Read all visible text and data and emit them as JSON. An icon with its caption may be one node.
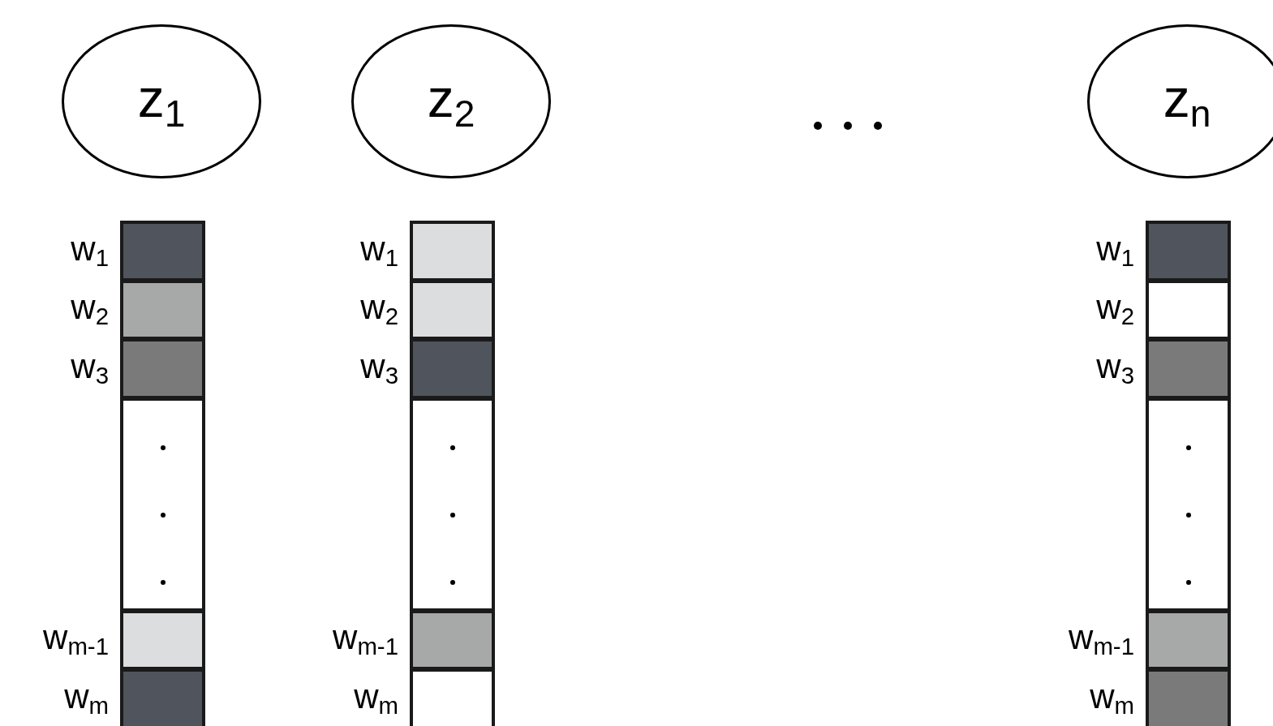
{
  "diagram": {
    "nodes": [
      {
        "text": [
          "z$_{1}$"
        ]
      },
      {
        "text": [
          "z$_{2}$"
        ]
      },
      {
        "text": [
          "z$_{n}$"
        ]
      },
      {
        "text": [],
        "shape": "box",
        "beside": [
          "w$_{1}$"
        ]
      },
      {
        "text": [],
        "shape": "box",
        "beside": [
          "w$_{2}$"
        ]
      },
      {
        "text": [],
        "shape": "box",
        "beside": [
          "w$_{3}$"
        ]
      },
      {
        "text": [],
        "shape": "box"
      },
      {
        "text": [],
        "shape": "box",
        "beside": [
          "w$_{m-1}$"
        ]
      },
      {
        "text": [],
        "shape": "box",
        "beside": [
          "w$_{m}$"
        ]
      },
      {
        "text": [],
        "shape": "box",
        "beside": [
          "w$_{1}$"
        ]
      },
      {
        "text": [],
        "shape": "box",
        "beside": [
          "w$_{2}$"
        ]
      },
      {
        "text": [],
        "shape": "box",
        "beside": [
          "w$_{3}$"
        ]
      },
      {
        "text": [],
        "shape": "box"
      },
      {
        "text": [],
        "shape": "box",
        "beside": [
          "w$_{m-1}$"
        ]
      },
      {
        "text": [],
        "shape": "box",
        "beside": [
          "w$_{m}$"
        ]
      },
      {
        "text": [],
        "shape": "box",
        "beside": [
          "w$_{1}$"
        ]
      },
      {
        "text": [],
        "shape": "box",
        "beside": [
          "w$_{2}$"
        ]
      },
      {
        "text": [],
        "shape": "box",
        "beside": [
          "w$_{3}$"
        ]
      },
      {
        "text": [],
        "shape": "box"
      },
      {
        "text": [],
        "shape": "box",
        "beside": [
          "w$_{m-1}$"
        ]
      },
      {
        "text": [],
        "shape": "box",
        "beside": [
          "w$_{m}$"
        ]
      }
    ]
  }
}
